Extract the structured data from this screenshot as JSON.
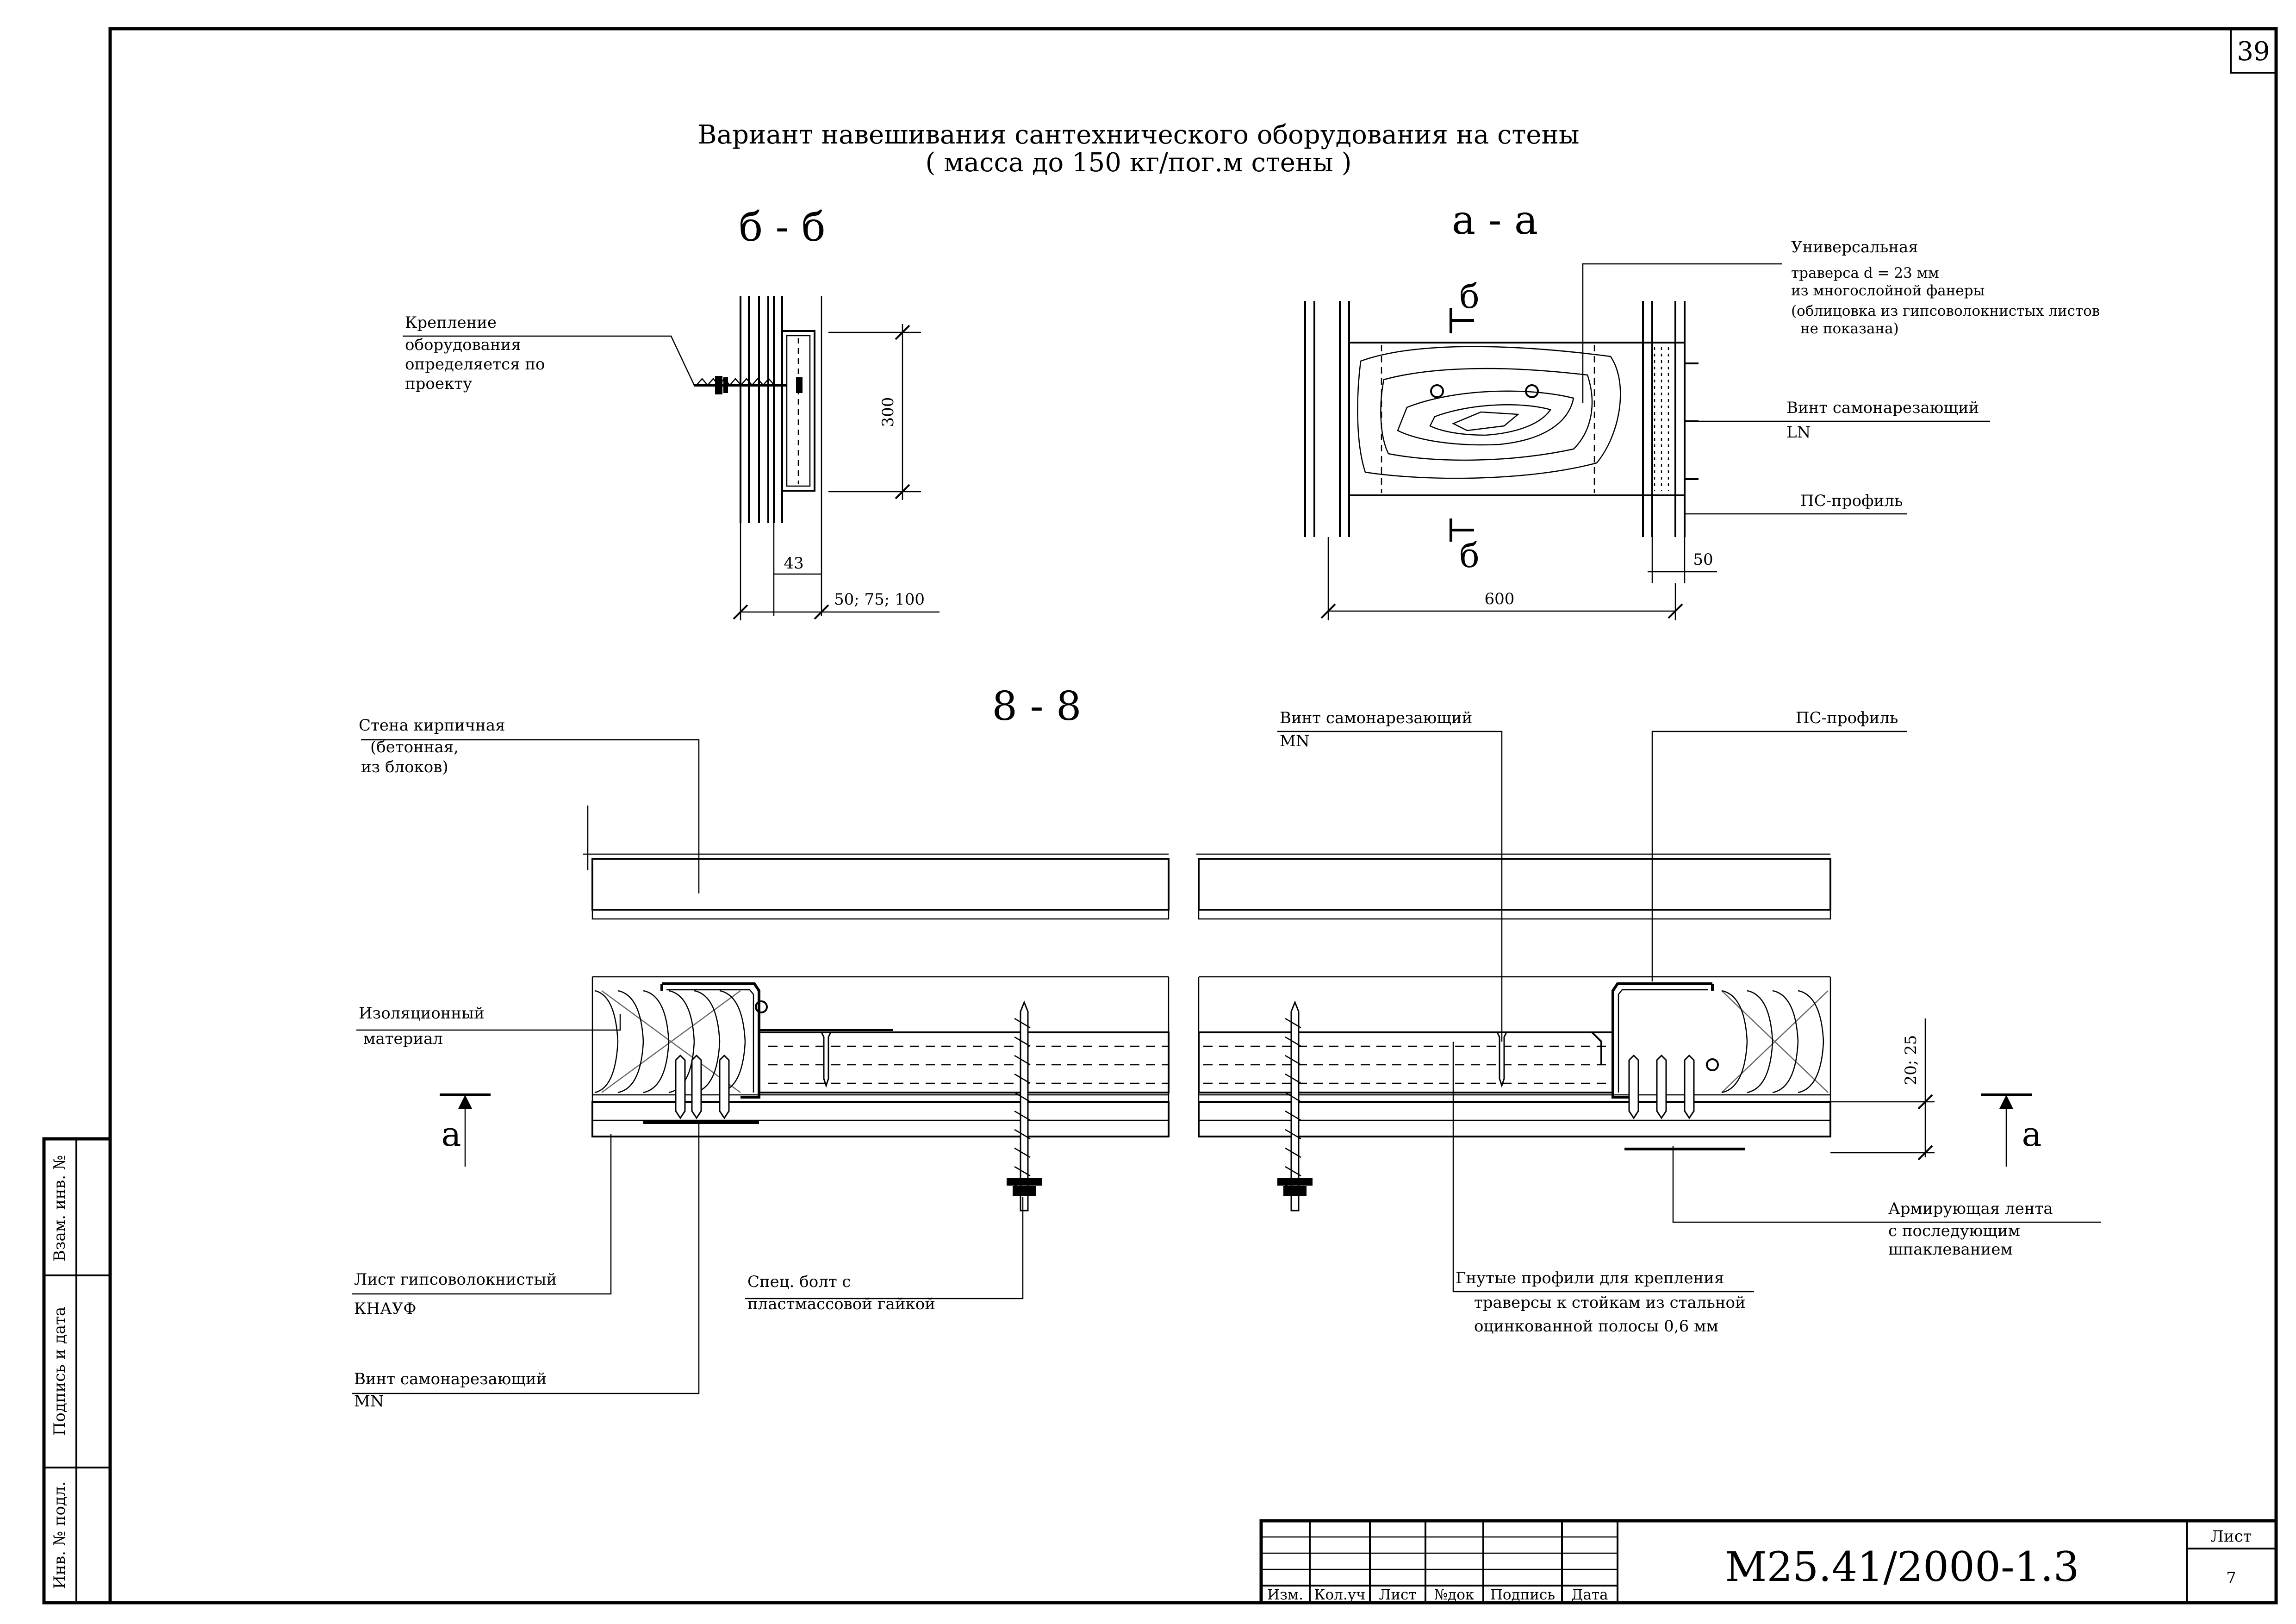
{
  "sheet": {
    "corner_number": "39",
    "title_line1": "Вариант навешивания сантехнического оборудования на стены",
    "title_line2": "( масса до 150 кг/пог.м стены )"
  },
  "section_bb": {
    "heading": "б - б",
    "label_mount": [
      "Крепление",
      "оборудования",
      "определяется по",
      "проекту"
    ],
    "dim_300": "300",
    "dim_43": "43",
    "dim_50_75_100": "50; 75; 100"
  },
  "section_aa": {
    "heading": "а - а",
    "cut_mark_top": "б",
    "cut_mark_bottom": "б",
    "label_traverse": [
      "Универсальная",
      "траверса d = 23 мм",
      "из многослойной фанеры",
      "(облицовка из гипсоволокнистых листов",
      "не показана)"
    ],
    "label_screw": [
      "Винт самонарезающий",
      "LN"
    ],
    "label_profile": "ПС-профиль",
    "dim_50": "50",
    "dim_600": "600"
  },
  "section_88": {
    "heading": "8 - 8",
    "label_wall": [
      "Стена кирпичная",
      "(бетонная,",
      "из блоков)"
    ],
    "label_insulation": [
      "Изоляционный",
      "материал"
    ],
    "label_sheet": [
      "Лист гипсоволокнистый",
      "КНАУФ"
    ],
    "label_bolt": [
      "Спец. болт с",
      "пластмассовой гайкой"
    ],
    "label_screw_left": [
      "Винт самонарезающий",
      "MN"
    ],
    "label_screw_right": [
      "Винт самонарезающий",
      "MN"
    ],
    "label_profile": "ПС-профиль",
    "label_tape": [
      "Армирующая лента",
      "с последующим",
      "шпаклеванием"
    ],
    "label_bent": [
      "Гнутые профили для крепления",
      "траверсы к стойкам из стальной",
      "оцинкованной полосы 0,6 мм"
    ],
    "dim_20_25": "20; 25",
    "cut_left": "а",
    "cut_right": "а"
  },
  "side_stamp": {
    "field1": "Взам. инв. №",
    "field2": "Подпись и дата",
    "field3": "Инв. № подл."
  },
  "title_block": {
    "code": "М25.41/2000-1.3",
    "sheet_label": "Лист",
    "sheet_number": "7",
    "columns": [
      "Изм.",
      "Кол.уч",
      "Лист",
      "№док",
      "Подпись",
      "Дата"
    ]
  }
}
